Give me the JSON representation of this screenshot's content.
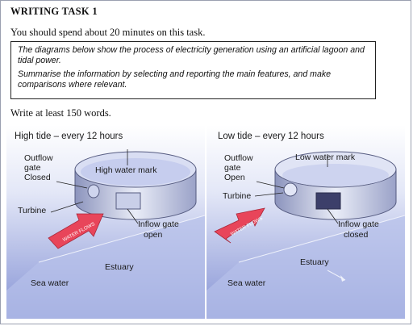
{
  "heading": "WRITING TASK 1",
  "instruction": "You should spend about 20 minutes on this task.",
  "prompt": {
    "line1": "The diagrams below show the process of electricity generation using an artificial lagoon and tidal power.",
    "line2": "Summarise the information by selecting and reporting the main features, and make comparisons where relevant."
  },
  "word_requirement": "Write at least 150 words.",
  "high_tide": {
    "title": "High tide – every 12 hours",
    "outflow_gate": [
      "Outflow",
      "gate",
      "Closed"
    ],
    "high_water_mark": "High water mark",
    "turbine": "Turbine",
    "inflow_gate": [
      "Inflow gate",
      "open"
    ],
    "water_flows": "WATER FLOWS",
    "estuary": "Estuary",
    "sea_water": "Sea water"
  },
  "low_tide": {
    "title": "Low tide – every 12 hours",
    "outflow_gate": [
      "Outflow",
      "gate",
      "Open"
    ],
    "low_water_mark": "Low water mark",
    "turbine": "Turbine",
    "inflow_gate": [
      "Inflow gate",
      "closed"
    ],
    "water_flows": "WATER FLOWS",
    "estuary": "Estuary",
    "sea_water": "Sea water"
  },
  "colors": {
    "water_top": "#cfd6f2",
    "water_mid": "#9aa6dc",
    "water_deep": "#6e7fca",
    "arrow": "#e8455a",
    "gate": "#c9cfe8",
    "gate_closed": "#3c3f6a"
  }
}
